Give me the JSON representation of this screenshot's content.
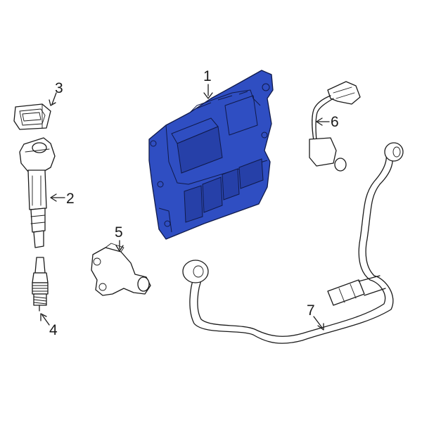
{
  "highlight_color": "#2f4ec2",
  "callouts": [
    {
      "id": "1",
      "label": "1"
    },
    {
      "id": "2",
      "label": "2"
    },
    {
      "id": "3",
      "label": "3"
    },
    {
      "id": "4",
      "label": "4"
    },
    {
      "id": "5",
      "label": "5"
    },
    {
      "id": "6",
      "label": "6"
    },
    {
      "id": "7",
      "label": "7"
    }
  ]
}
